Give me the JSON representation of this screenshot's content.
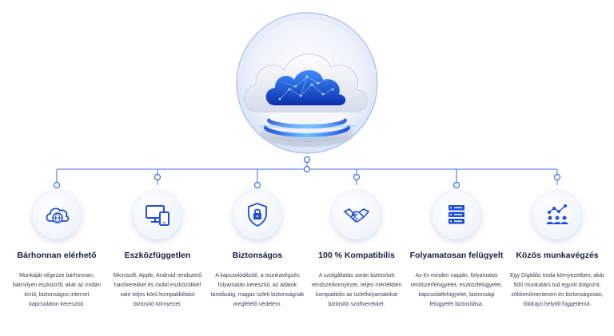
{
  "colors": {
    "accent": "#1f4fd6",
    "line": "#3a6fe0",
    "title": "#1b1f3b",
    "text": "#3b3f55"
  },
  "features": [
    {
      "icon": "cloud-globe-icon",
      "title": "Bárhonnan elérhető",
      "desc": "Munkáját végezze bárhonnan,\nbármilyen eszközről, akár az irodán\nkívül, biztonságos internet\nkapcsolaton keresztül."
    },
    {
      "icon": "devices-icon",
      "title": "Eszközfüggetlen",
      "desc": "Microsoft, Apple, Android rendszerű\nhardverekkel és mobil eszközökkel\nvaló teljes körű kompatibilitást\nbiztosító környezet."
    },
    {
      "icon": "shield-lock-icon",
      "title": "Biztonságos",
      "desc": "A kapcsolódástól, a munkavégzés\nfolyamatán keresztül, az adatok\ntárolásáig, magas üzleti biztonságnak\nmegfelelő védelem."
    },
    {
      "icon": "handshake-icon",
      "title": "100 % Kompatibilis",
      "desc": "A szolgáltatás során biztosított\nrendszerkörnyezet, teljes mértékben\nkompatibilis az üzletfolyamatokat\nbiztosító szoftverekkel."
    },
    {
      "icon": "server-rack-icon",
      "title": "Folyamatosan felügyelt",
      "desc": "Az év minden napján, folyamatos\nrendszerfelügyelet, eszközfelügyelet,\nkapcsolatfelügyelet, biztonsági\nfelügyelet biztosítása."
    },
    {
      "icon": "team-network-icon",
      "title": "Közös munkavégzés",
      "desc": "Egy Digitális Iroda környezetben, akár\n500 munkatárs tud együtt dolgozni,\nzökkenőmentesen és biztonságosan,\nföldrajzi helytől függetlenül."
    }
  ]
}
